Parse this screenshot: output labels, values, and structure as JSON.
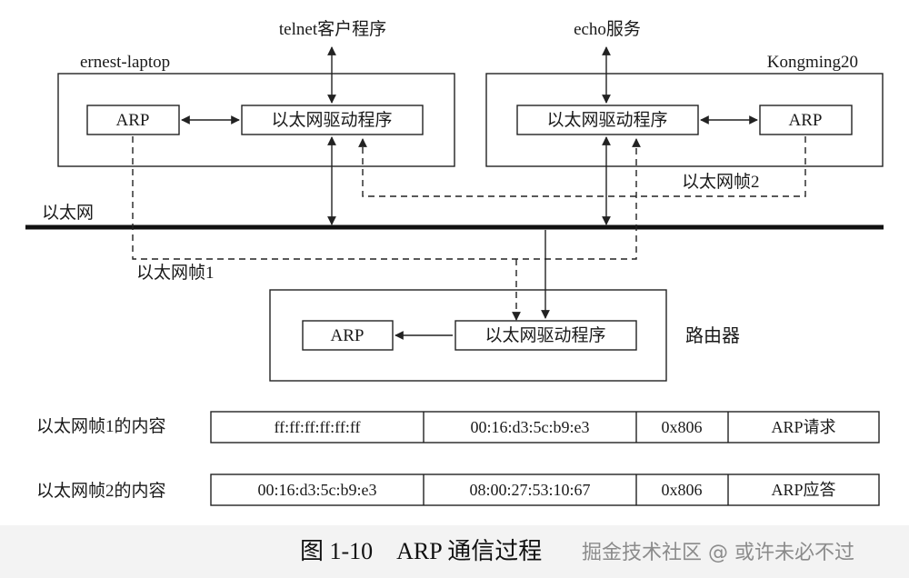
{
  "hosts": {
    "laptop": {
      "name": "ernest-laptop",
      "app": "telnet客户程序",
      "arp": "ARP",
      "driver": "以太网驱动程序"
    },
    "server": {
      "name": "Kongming20",
      "app": "echo服务",
      "arp": "ARP",
      "driver": "以太网驱动程序"
    },
    "router": {
      "name": "路由器",
      "arp": "ARP",
      "driver": "以太网驱动程序"
    }
  },
  "network": {
    "label": "以太网"
  },
  "frames": {
    "frame1_label": "以太网帧1",
    "frame2_label": "以太网帧2"
  },
  "table": {
    "rows": [
      {
        "label": "以太网帧1的内容",
        "cells": [
          "ff:ff:ff:ff:ff:ff",
          "00:16:d3:5c:b9:e3",
          "0x806",
          "ARP请求"
        ]
      },
      {
        "label": "以太网帧2的内容",
        "cells": [
          "00:16:d3:5c:b9:e3",
          "08:00:27:53:10:67",
          "0x806",
          "ARP应答"
        ]
      }
    ]
  },
  "caption": "图 1-10　ARP 通信过程",
  "watermark": "掘金技术社区 @ 或许未必不过"
}
